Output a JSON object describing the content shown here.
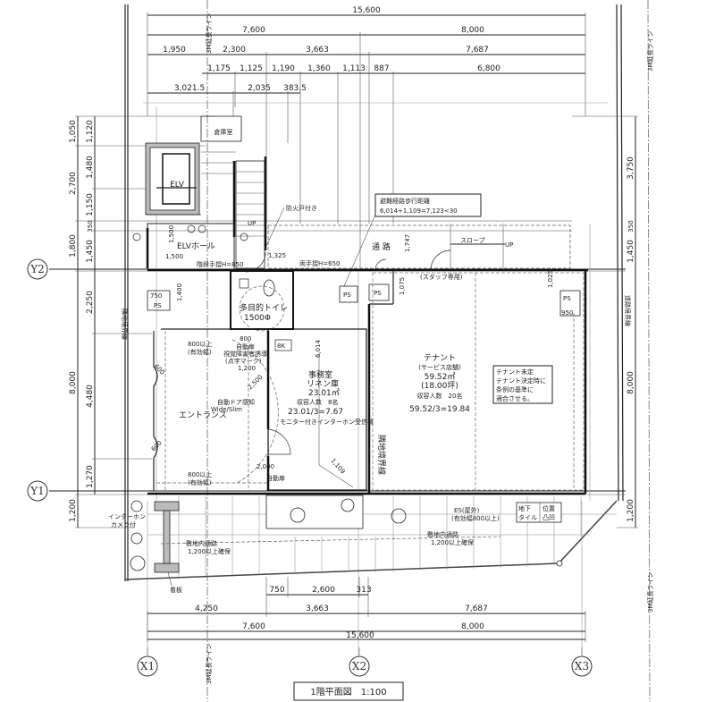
{
  "drawing": {
    "title": "1階平面図　1:100",
    "grid": {
      "x1": "X1",
      "x2": "X2",
      "x3": "X3",
      "y1": "Y1",
      "y2": "Y2"
    },
    "lines": {
      "extension_line": "3M延長ライン",
      "neighbor_boundary": "隣地境界線",
      "road_boundary": "道路境界線"
    }
  },
  "dims": {
    "top_total": "15,600",
    "top_row2": [
      "7,600",
      "8,000"
    ],
    "top_row3": [
      "1,950",
      "2,300",
      "3,663",
      "7,687"
    ],
    "top_row4": [
      "1,175",
      "1,125",
      "1,190",
      "1,360",
      "1,113",
      "887",
      "6,800"
    ],
    "top_row5": [
      "3,021.5",
      "2,035",
      "383.5"
    ],
    "left_outer": [
      "1,050",
      "2,700",
      "1,800",
      "8,000",
      "1,200"
    ],
    "left_inner": [
      "1,120",
      "1,480",
      "1,150",
      "350",
      "1,450",
      "2,250",
      "4,480",
      "1,270"
    ],
    "right": [
      "3,750",
      "350",
      "1,450",
      "8,000",
      "1,200"
    ],
    "bottom_row1": [
      "750",
      "2,600",
      "313"
    ],
    "bottom_row2": [
      "4,250",
      "3,663",
      "7,687"
    ],
    "bottom_row3": [
      "7,600",
      "8,000"
    ],
    "bottom_total": "15,600"
  },
  "rooms": {
    "storage": "倉庫室",
    "elv": "ELV",
    "elv_hall": "ELVホール",
    "elv_hall_dim_v": "1,500",
    "elv_hall_dim_h": "1,500",
    "stair_up": "UP",
    "fire_door": "防火戸付き",
    "stair_dim": "1,325",
    "handrail_left": "階段手摺H=850",
    "handrail_right": "両手摺H=650",
    "toilet": "多目的トイレ",
    "toilet_dim": "1500Φ",
    "ps": [
      "PS",
      "PS",
      "PS",
      "PS"
    ],
    "ps_dims": [
      "750",
      "1,400",
      "1,075",
      "1,025",
      "950"
    ],
    "corridor": "通 路",
    "corridor_dim": "1,747",
    "slope": "スロープ",
    "slope_up": "UP",
    "staff_only": "(スタッフ専用)",
    "entrance": "エントランス",
    "door_width_top": "800以上",
    "door_width_top_sub": "(有効幅)",
    "door_width_bottom": "800以上",
    "door_width_bottom_sub": "(有効幅)",
    "door_800": "800",
    "auto_door_top": "自動扉",
    "floor_mark": "視覚障害者誘導",
    "floor_mark_sub": "(点字マーク)",
    "dim_1200": "1,200",
    "dim_2500": "2,500",
    "dim_6014": "6,014",
    "dim_1109": "1,109",
    "dim_2000": "2,000",
    "auto_door_sensor": "自動ドア感知",
    "auto_door_sensor_sub": "Wide/Slim",
    "auto_door_bottom": "自動扉",
    "shelf": "8K",
    "r600_top": "600",
    "r600_bottom": "600",
    "office": {
      "name": "事務室",
      "sub": "リネン庫",
      "area": "23.01㎡",
      "capacity": "収容人数　8名",
      "calc": "23.01/3=7.67",
      "intercom": "モニター付きインターホン受信機"
    },
    "tenant": {
      "name": "テナント",
      "sub": "(サービス店舗)",
      "area": "59.52㎡",
      "tsubo": "(18.00坪)",
      "capacity": "収容人数　20名",
      "calc": "59.52/3=19.84",
      "note": [
        "テナント未定",
        "テナント決定時に",
        "条例の基準に",
        "適合させる。"
      ]
    },
    "evac": {
      "title": "避難経路歩行距離",
      "calc": "6,014+1,109=7,123<30"
    },
    "es": "ES(屋外)",
    "es_sub": "(有効幅800以上)",
    "tile": [
      "地下",
      "位置",
      "タイル",
      "凸凹"
    ],
    "passage_left": "敷地内通路",
    "passage_left_dim": "1,200以上確保",
    "passage_right": "敷地内通路",
    "passage_right_dim": "1,200以上確保",
    "intercom": "インターホン",
    "intercom_sub": "カメラ付",
    "sign": "看板"
  }
}
